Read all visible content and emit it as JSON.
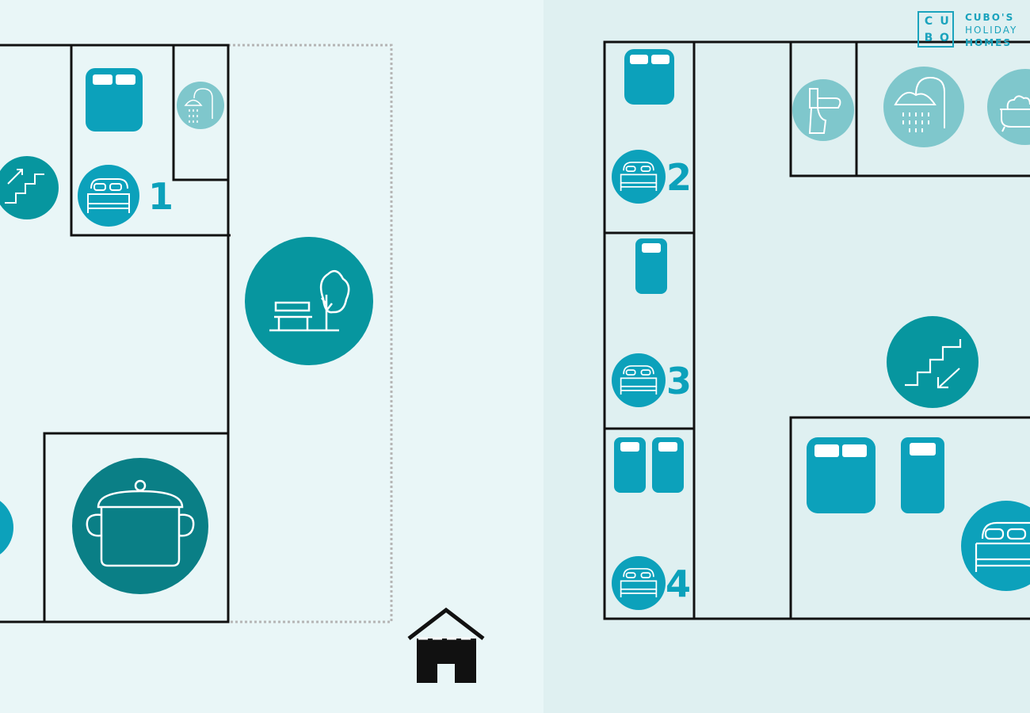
{
  "colors": {
    "left_background": "#e9f6f7",
    "right_background": "#dff0f1",
    "wall": "#111111",
    "exterior_dotted": "#b5b5b5",
    "furniture": "#0ca1bb",
    "icon_teal": "#07969f",
    "icon_dark_teal": "#0a7f86",
    "icon_light": "#7fc7cc",
    "logo": "#1ba3bd"
  },
  "left_plan": {
    "bedroom_1": {
      "number": "1",
      "icons": [
        "double-bed-icon",
        "bedroom-icon",
        "shower-icon"
      ]
    },
    "stairs_up": {
      "icon": "stairs-up-icon"
    },
    "garden": {
      "icon": "garden-bench-tree-icon"
    },
    "kitchen": {
      "icon": "cooking-pot-icon"
    },
    "entrance": {
      "icon": "house-entrance-icon"
    }
  },
  "right_plan": {
    "bedroom_2": {
      "number": "2",
      "icons": [
        "double-bed-icon",
        "bedroom-icon"
      ]
    },
    "bedroom_3": {
      "number": "3",
      "icons": [
        "single-bed-icon",
        "bedroom-icon"
      ]
    },
    "bedroom_4": {
      "number": "4",
      "icons": [
        "twin-beds-icon",
        "bedroom-icon"
      ]
    },
    "bathroom": {
      "icons": [
        "toilet-icon",
        "shower-icon",
        "bathtub-icon"
      ]
    },
    "stairs_down": {
      "icon": "stairs-down-icon"
    },
    "bedroom_5": {
      "icons": [
        "double-bed-icon",
        "single-bed-icon",
        "bedroom-icon"
      ]
    }
  },
  "logo": {
    "box_letters": [
      "C",
      "U",
      "B",
      "O"
    ],
    "line1": "CUBO'S",
    "line2": "HOLIDAY",
    "line3": "HOMES"
  }
}
